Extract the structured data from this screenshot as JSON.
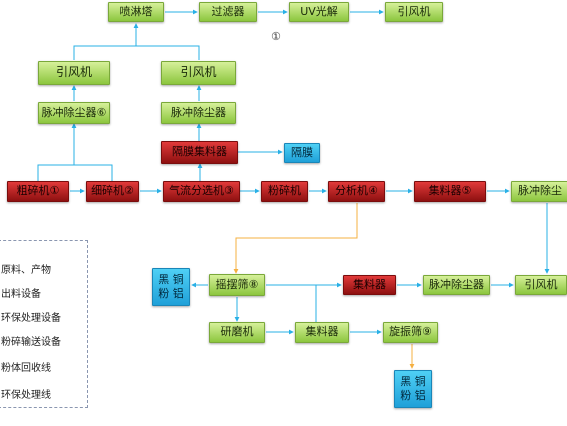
{
  "nodes": {
    "spray_tower": "喷淋塔",
    "filter": "过滤器",
    "uv_photolysis": "UV光解",
    "fan_top": "引风机",
    "fan_left": "引风机",
    "fan_center": "引风机",
    "pulse_dc_left": "脉冲除尘器⑥",
    "pulse_dc_center": "脉冲除尘器",
    "diaphragm_collector": "隔膜集料器",
    "diaphragm": "隔膜",
    "coarse_crusher": "粗碎机①",
    "fine_crusher": "细碎机②",
    "airflow_classifier": "气流分选机③",
    "pulverizer": "粉碎机",
    "classifier": "分析机④",
    "collector_1": "集料器⑤",
    "pulse_dc_right": "脉冲除尘",
    "black_copper_powder_aluminum_1": [
      "黑 铜",
      "粉 铝"
    ],
    "rocking_screen": "摇摆筛⑧",
    "collector_2": "集料器",
    "pulse_dc_2": "脉冲除尘器",
    "fan_right": "引风机",
    "grinder": "研磨机",
    "collector_3": "集料器",
    "rotary_vibrating_screen": "旋振筛⑨",
    "black_copper_powder_aluminum_2": [
      "黑 铜",
      "粉 铝"
    ]
  },
  "marker": "①",
  "legend": {
    "items": [
      "原料、产物",
      "出料设备",
      "环保处理设备",
      "粉碎输送设备",
      "粉体回收线",
      "环保处理线"
    ]
  },
  "colors": {
    "environmental_equipment": "#8cc63e",
    "production_equipment": "#b01818",
    "raw_product": "#29b0e6",
    "env_line": "#29b0e6",
    "powder_line": "#f5b041"
  }
}
